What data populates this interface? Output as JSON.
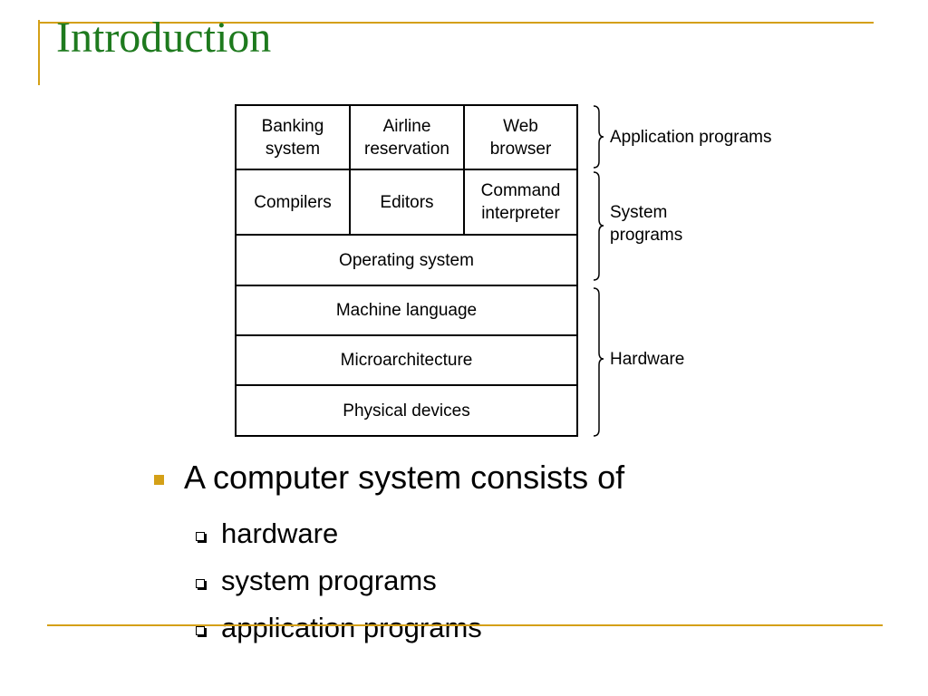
{
  "slide": {
    "title": "Introduction",
    "accent_color": "#d4a017",
    "title_color": "#1e7a1e"
  },
  "diagram": {
    "rows": [
      [
        "Banking\nsystem",
        "Airline\nreservation",
        "Web\nbrowser"
      ],
      [
        "Compilers",
        "Editors",
        "Command\ninterpreter"
      ],
      [
        "Operating system"
      ],
      [
        "Machine language"
      ],
      [
        "Microarchitecture"
      ],
      [
        "Physical devices"
      ]
    ],
    "groups": [
      {
        "label": "Application programs"
      },
      {
        "label": "System\nprograms"
      },
      {
        "label": "Hardware"
      }
    ]
  },
  "bullets": {
    "main": "A computer system consists of",
    "sub": [
      "hardware",
      "system programs",
      "application programs"
    ]
  }
}
